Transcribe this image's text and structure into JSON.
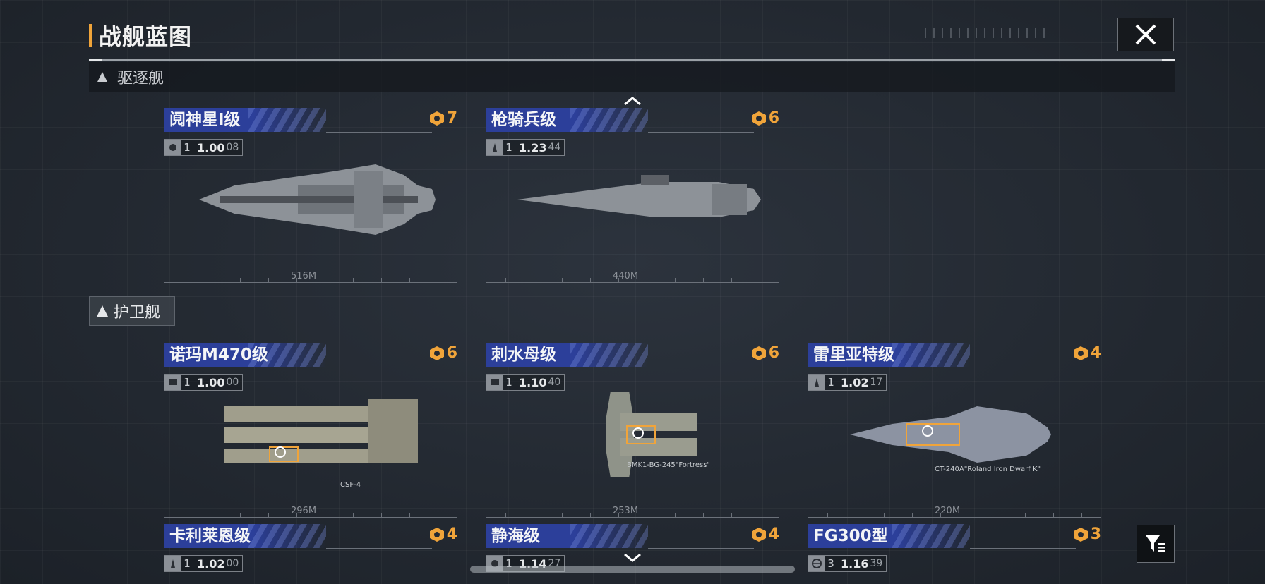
{
  "header": {
    "title": "战舰蓝图"
  },
  "sections": {
    "destroyer": {
      "label": "驱逐舰"
    },
    "frigate": {
      "label": "护卫舰"
    }
  },
  "colors": {
    "accent": "#f0a43a",
    "name_bar": "#2c3f9a"
  },
  "icons": {
    "close": "close-icon",
    "filter": "filter-list-icon",
    "scroll_up": "chevron-up-icon",
    "scroll_down": "chevron-down-icon",
    "cost": "command-point-icon"
  },
  "cards": [
    {
      "name": "阋神星I级",
      "cost": "7",
      "level": "1",
      "stat_main": "1.00",
      "stat_sub": "08",
      "length": "516M"
    },
    {
      "name": "枪骑兵级",
      "cost": "6",
      "level": "1",
      "stat_main": "1.23",
      "stat_sub": "44",
      "length": "440M"
    },
    {
      "name": "诺玛M470级",
      "cost": "6",
      "level": "1",
      "stat_main": "1.00",
      "stat_sub": "00",
      "length": "296M",
      "callout": "CSF-4"
    },
    {
      "name": "刺水母级",
      "cost": "6",
      "level": "1",
      "stat_main": "1.10",
      "stat_sub": "40",
      "length": "253M",
      "callout": "BMK1-BG-245\"Fortress\""
    },
    {
      "name": "雷里亚特级",
      "cost": "4",
      "level": "1",
      "stat_main": "1.02",
      "stat_sub": "17",
      "length": "220M",
      "callout": "CT-240A\"Roland Iron Dwarf K\""
    },
    {
      "name": "卡利莱恩级",
      "cost": "4",
      "level": "1",
      "stat_main": "1.02",
      "stat_sub": "00"
    },
    {
      "name": "静海级",
      "cost": "4",
      "level": "1",
      "stat_main": "1.14",
      "stat_sub": "27"
    },
    {
      "name": "FG300型",
      "cost": "3",
      "level": "3",
      "stat_main": "1.16",
      "stat_sub": "39"
    }
  ]
}
